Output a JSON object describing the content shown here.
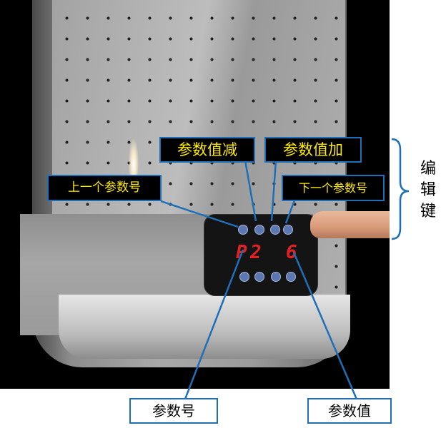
{
  "labels": {
    "param_decrease": "参数值减",
    "param_increase": "参数值加",
    "prev_param": "上一个参数号",
    "next_param": "下一个参数号",
    "param_number": "参数号",
    "param_value": "参数值",
    "edit_keys": "编辑键"
  },
  "display": {
    "param_digit_1": "P",
    "param_digit_2": "2",
    "value_digit": "6"
  },
  "colors": {
    "callout_border": "#1f6fb8",
    "callout_text": "#ffeb00",
    "led": "#e52020"
  }
}
